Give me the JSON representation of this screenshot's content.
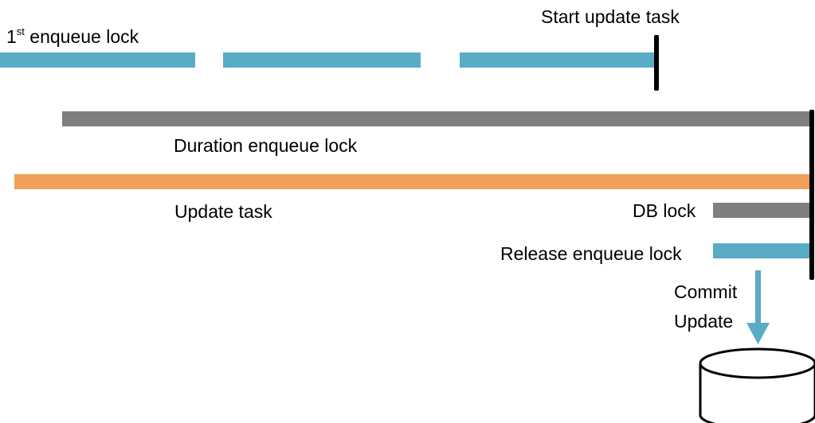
{
  "colors": {
    "enqueue": "#5aabc5",
    "duration": "#7f7f7f",
    "update_task": "#f0a05a",
    "db_lock": "#7f7f7f",
    "marker": "#000000",
    "background": "#ffffff"
  },
  "labels": {
    "first_enqueue_number": "1",
    "first_enqueue_superscript": "st",
    "first_enqueue_text": " enqueue lock",
    "start_update_task": "Start update task",
    "duration_enqueue_lock": "Duration enqueue lock",
    "update_task": "Update task",
    "db_lock": "DB lock",
    "release_enqueue_lock": "Release enqueue lock",
    "commit_line1": "Commit",
    "commit_line2": "Update"
  },
  "icons": {
    "commit_arrow": "down-arrow-icon",
    "database": "database-cylinder-icon"
  }
}
